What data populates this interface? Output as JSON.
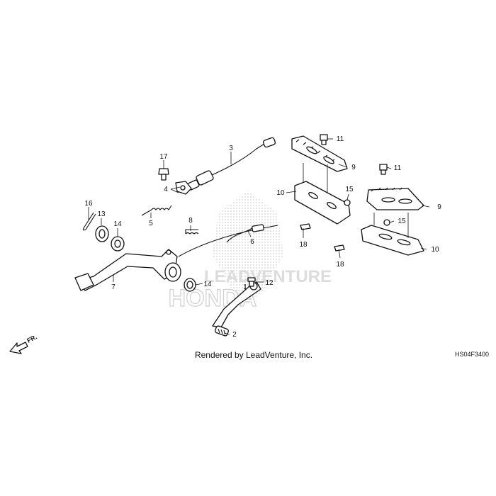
{
  "diagram": {
    "callouts": [
      "1",
      "2",
      "3",
      "4",
      "5",
      "6",
      "7",
      "8",
      "9",
      "9",
      "10",
      "10",
      "11",
      "11",
      "12",
      "13",
      "14",
      "14",
      "15",
      "15",
      "16",
      "17",
      "18",
      "18"
    ],
    "front_marker": "FR.",
    "caption": "Rendered by LeadVenture, Inc.",
    "diagram_code": "HS04F3400",
    "watermark": {
      "brand": "HONDA",
      "tagline": "LEADVENTURE",
      "color": "#d9d9d9"
    }
  }
}
